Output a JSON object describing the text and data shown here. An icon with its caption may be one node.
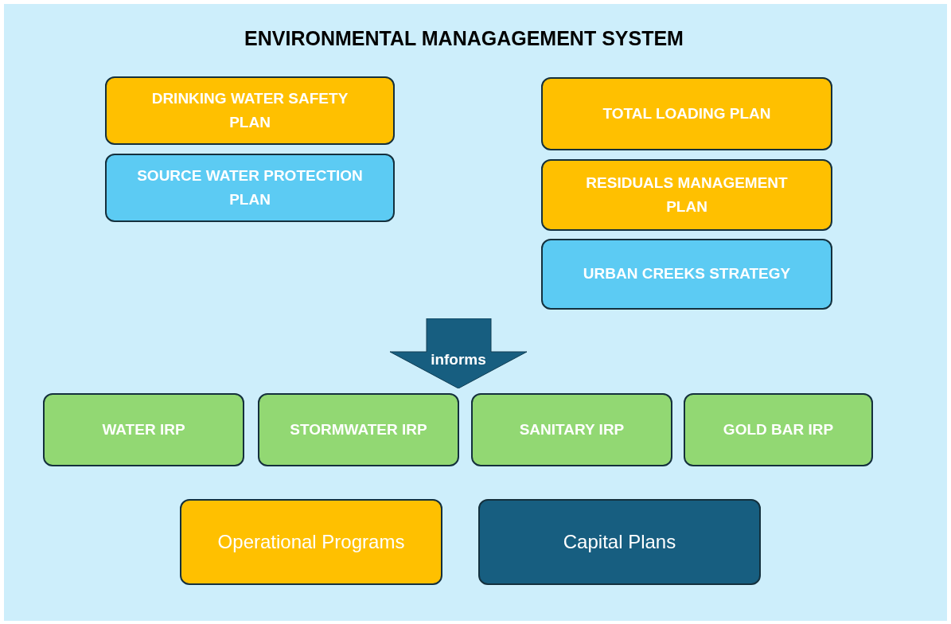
{
  "diagram": {
    "title": "ENVIRONMENTAL MANAGAGEMENT SYSTEM",
    "nodes": [
      {
        "text": [
          "DRINKING WATER SAFETY PLAN"
        ]
      },
      {
        "text": [
          "SOURCE WATER PROTECTION PLAN"
        ]
      },
      {
        "text": [
          "TOTAL LOADING PLAN"
        ]
      },
      {
        "text": [
          "RESIDUALS MANAGEMENT PLAN"
        ]
      },
      {
        "text": [
          "URBAN CREEKS STRATEGY"
        ]
      },
      {
        "text": [
          "informs"
        ]
      },
      {
        "text": [
          "WATER IRP"
        ]
      },
      {
        "text": [
          "STORMWATER IRP"
        ]
      },
      {
        "text": [
          "SANITARY IRP"
        ]
      },
      {
        "text": [
          "GOLD BAR IRP"
        ]
      },
      {
        "text": [
          "Operational Programs"
        ]
      },
      {
        "text": [
          "Capital Plans"
        ]
      }
    ]
  }
}
